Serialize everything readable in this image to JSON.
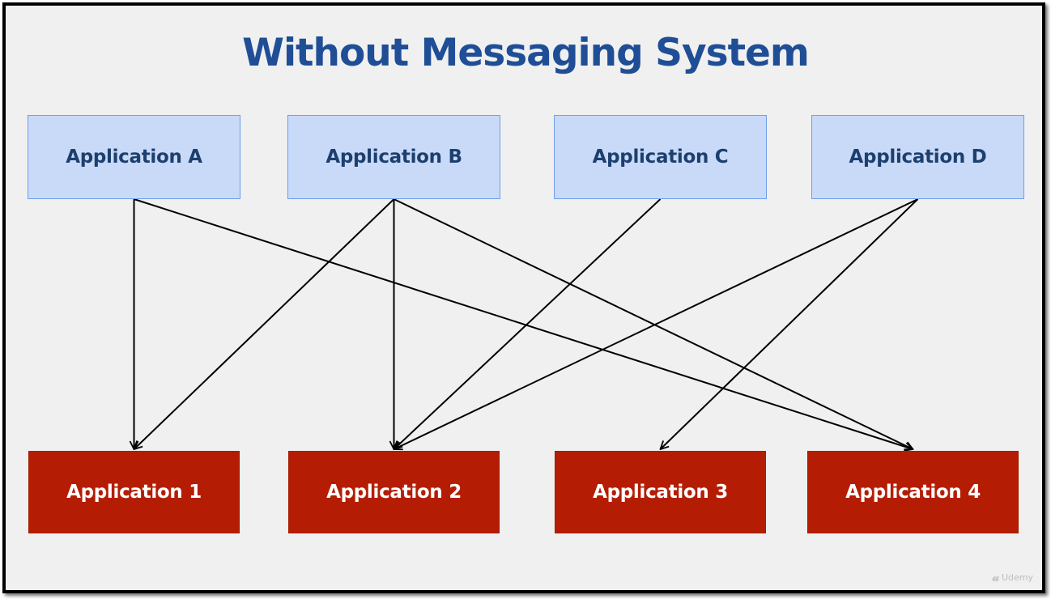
{
  "title": "Without Messaging System",
  "sources": [
    {
      "id": "A",
      "label": "Application A"
    },
    {
      "id": "B",
      "label": "Application B"
    },
    {
      "id": "C",
      "label": "Application C"
    },
    {
      "id": "D",
      "label": "Application D"
    }
  ],
  "targets": [
    {
      "id": "1",
      "label": "Application 1"
    },
    {
      "id": "2",
      "label": "Application 2"
    },
    {
      "id": "3",
      "label": "Application 3"
    },
    {
      "id": "4",
      "label": "Application 4"
    }
  ],
  "connections": [
    {
      "from": "A",
      "to": "1"
    },
    {
      "from": "A",
      "to": "4"
    },
    {
      "from": "B",
      "to": "1"
    },
    {
      "from": "B",
      "to": "2"
    },
    {
      "from": "B",
      "to": "4"
    },
    {
      "from": "C",
      "to": "2"
    },
    {
      "from": "D",
      "to": "2"
    },
    {
      "from": "D",
      "to": "3"
    }
  ],
  "watermark": {
    "icon": "udemy-logo-icon",
    "text": "Udemy"
  },
  "colors": {
    "title": "#1f4e96",
    "source_fill": "#c9daf8",
    "source_border": "#6d9eeb",
    "source_text": "#1c3f6e",
    "target_fill": "#b41d04",
    "target_text": "#ffffff",
    "background": "#f0f0f0",
    "arrow": "#000000"
  }
}
